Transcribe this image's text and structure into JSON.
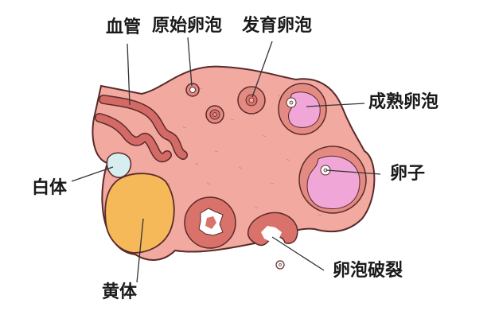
{
  "diagram": {
    "subject": "ovary-cross-section",
    "labels": {
      "blood_vessel": "血管",
      "primordial_follicle": "原始卵泡",
      "developing_follicle": "发育卵泡",
      "mature_follicle": "成熟卵泡",
      "ovum": "卵子",
      "corpus_albicans": "白体",
      "corpus_luteum": "黄体",
      "follicle_rupture": "卵泡破裂"
    },
    "colors": {
      "ovary_tissue": "#f2a9a0",
      "outline": "#5a2a2a",
      "follicle_wall": "#d9726a",
      "follicle_fluid": "#f0a6d6",
      "corpus_luteum": "#f6b95a",
      "corpus_albicans": "#d7eef0",
      "blood_vessel": "#d46a66",
      "label_text": "#1a1a1a"
    }
  }
}
